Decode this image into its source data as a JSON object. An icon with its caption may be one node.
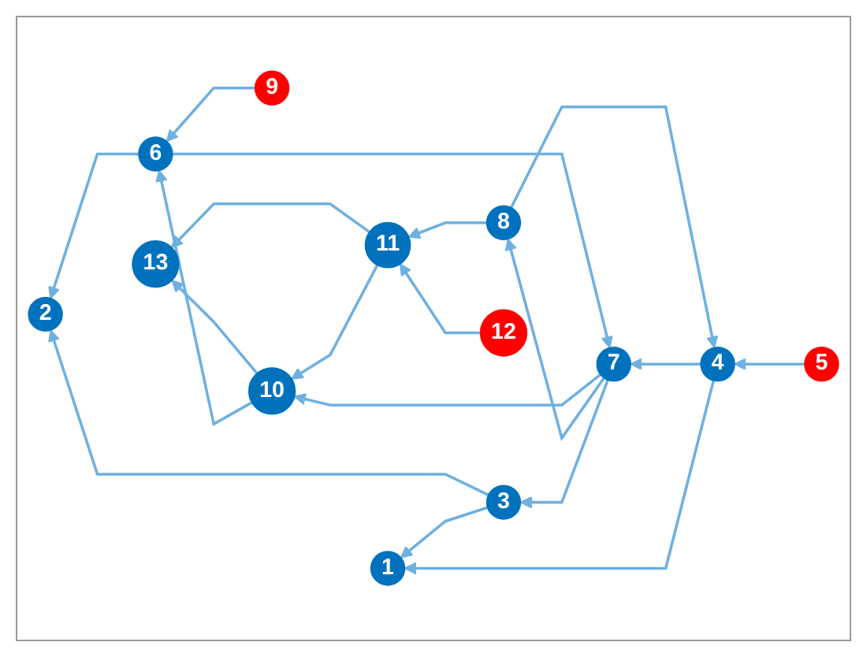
{
  "diagram": {
    "nodes": [
      {
        "text": [
          "1"
        ]
      },
      {
        "text": [
          "2"
        ]
      },
      {
        "text": [
          "3"
        ]
      },
      {
        "text": [
          "4"
        ]
      },
      {
        "text": [
          "5"
        ]
      },
      {
        "text": [
          "6"
        ]
      },
      {
        "text": [
          "7"
        ]
      },
      {
        "text": [
          "8"
        ]
      },
      {
        "text": [
          "9"
        ]
      },
      {
        "text": [
          "10"
        ]
      },
      {
        "text": [
          "11"
        ]
      },
      {
        "text": [
          "12"
        ]
      },
      {
        "text": [
          "13"
        ]
      }
    ],
    "edges": [
      {
        "from": 2,
        "to": 0,
        "arrow": "to"
      },
      {
        "from": 3,
        "to": 0,
        "arrow": "to"
      },
      {
        "from": 2,
        "to": 1,
        "arrow": "to"
      },
      {
        "from": 6,
        "to": 2,
        "arrow": "to"
      },
      {
        "from": 3,
        "to": 6,
        "arrow": "to"
      },
      {
        "from": 4,
        "to": 3,
        "arrow": "to"
      },
      {
        "from": 5,
        "to": 1,
        "arrow": "to"
      },
      {
        "from": 5,
        "to": 6,
        "arrow": "to"
      },
      {
        "from": 6,
        "to": 7,
        "arrow": "to"
      },
      {
        "from": 7,
        "to": 3,
        "arrow": "to"
      },
      {
        "from": 7,
        "to": 10,
        "arrow": "to"
      },
      {
        "from": 8,
        "to": 5,
        "arrow": "to"
      },
      {
        "from": 9,
        "to": 5,
        "arrow": "to"
      },
      {
        "from": 6,
        "to": 9,
        "arrow": "to"
      },
      {
        "from": 10,
        "to": 9,
        "arrow": "to"
      },
      {
        "from": 11,
        "to": 10,
        "arrow": "to"
      },
      {
        "from": 9,
        "to": 12,
        "arrow": "to"
      },
      {
        "from": 10,
        "to": 12,
        "arrow": "to"
      }
    ]
  }
}
